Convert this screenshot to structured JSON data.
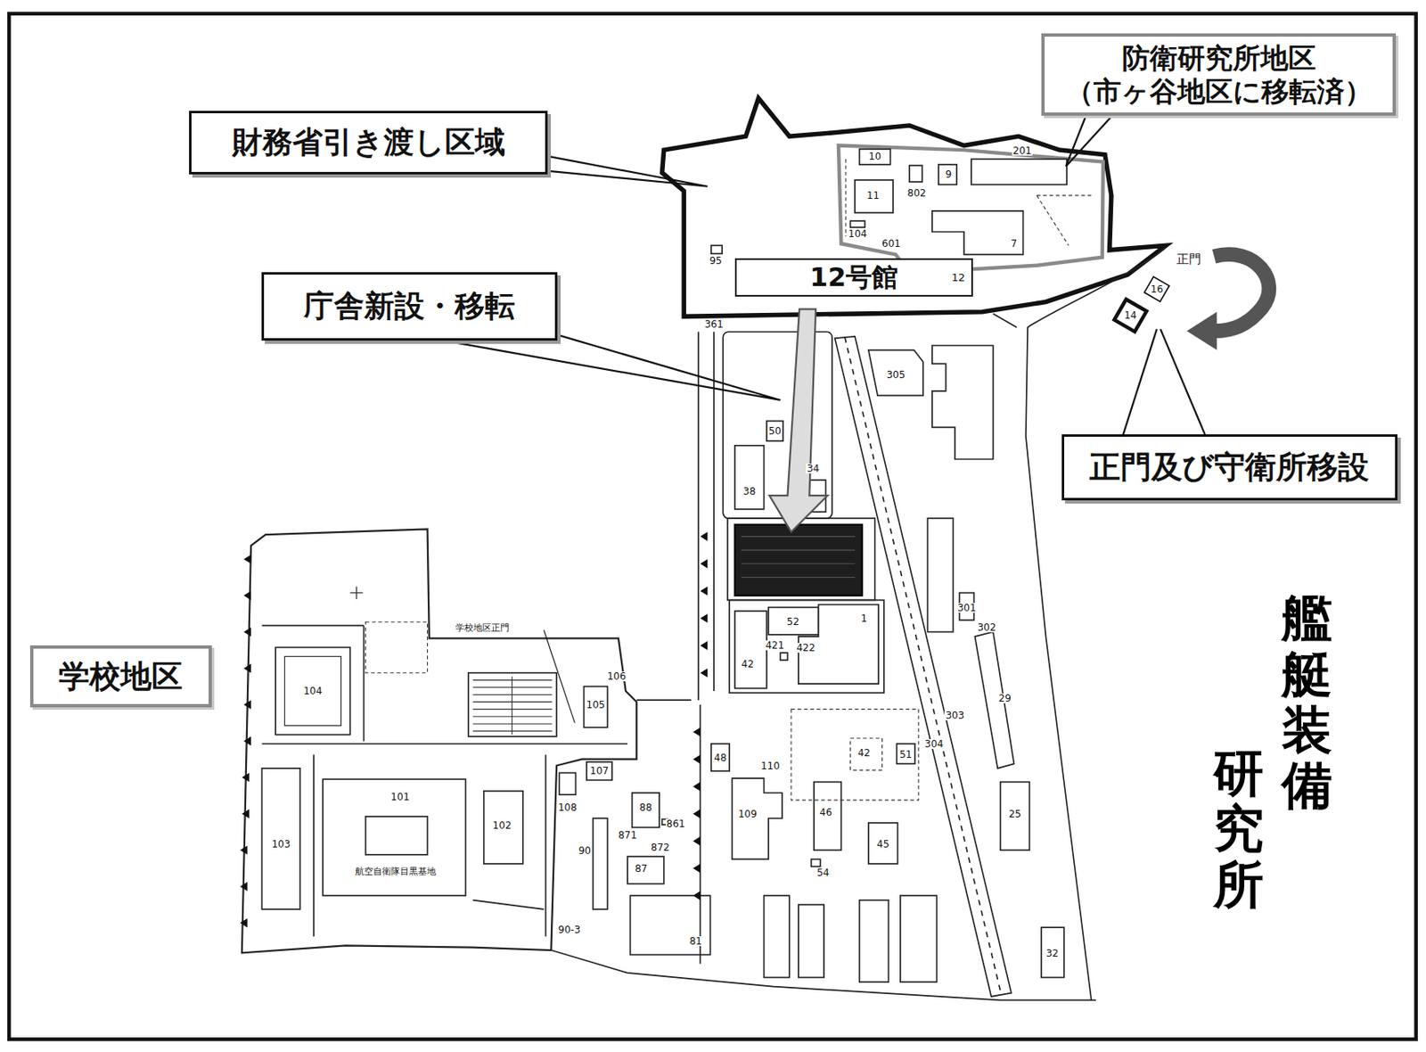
{
  "diagram": {
    "nodes": [
      {
        "text": [
          "防衛研究所地区",
          "（市ヶ谷地区に移転済）"
        ]
      },
      {
        "text": [
          "財務省引き渡し区域"
        ]
      },
      {
        "text": [
          "12号館",
          "12"
        ]
      },
      {
        "text": [
          "庁舎新設・移転"
        ]
      },
      {
        "text": [
          "正門及び守衛所移設"
        ]
      },
      {
        "text": [
          "学校地区"
        ]
      }
    ],
    "labels": [
      "10",
      "9",
      "201",
      "802",
      "11",
      "104",
      "601",
      "7",
      "95",
      "正門",
      "16",
      "14",
      "361",
      "305",
      "50",
      "34",
      "38",
      "301",
      "52",
      "1",
      "302",
      "学校地区正門",
      "421",
      "422",
      "42",
      "106",
      "104",
      "29",
      "105",
      "303",
      "304",
      "48",
      "42",
      "51",
      "110",
      "107",
      "101",
      "88",
      "108",
      "109",
      "46",
      "25",
      "861",
      "102",
      "871",
      "103",
      "45",
      "872",
      "90",
      "航空自衛隊目黒基地",
      "87",
      "54",
      "90-3",
      "81",
      "32",
      "艦艇装備",
      "研究所"
    ]
  }
}
